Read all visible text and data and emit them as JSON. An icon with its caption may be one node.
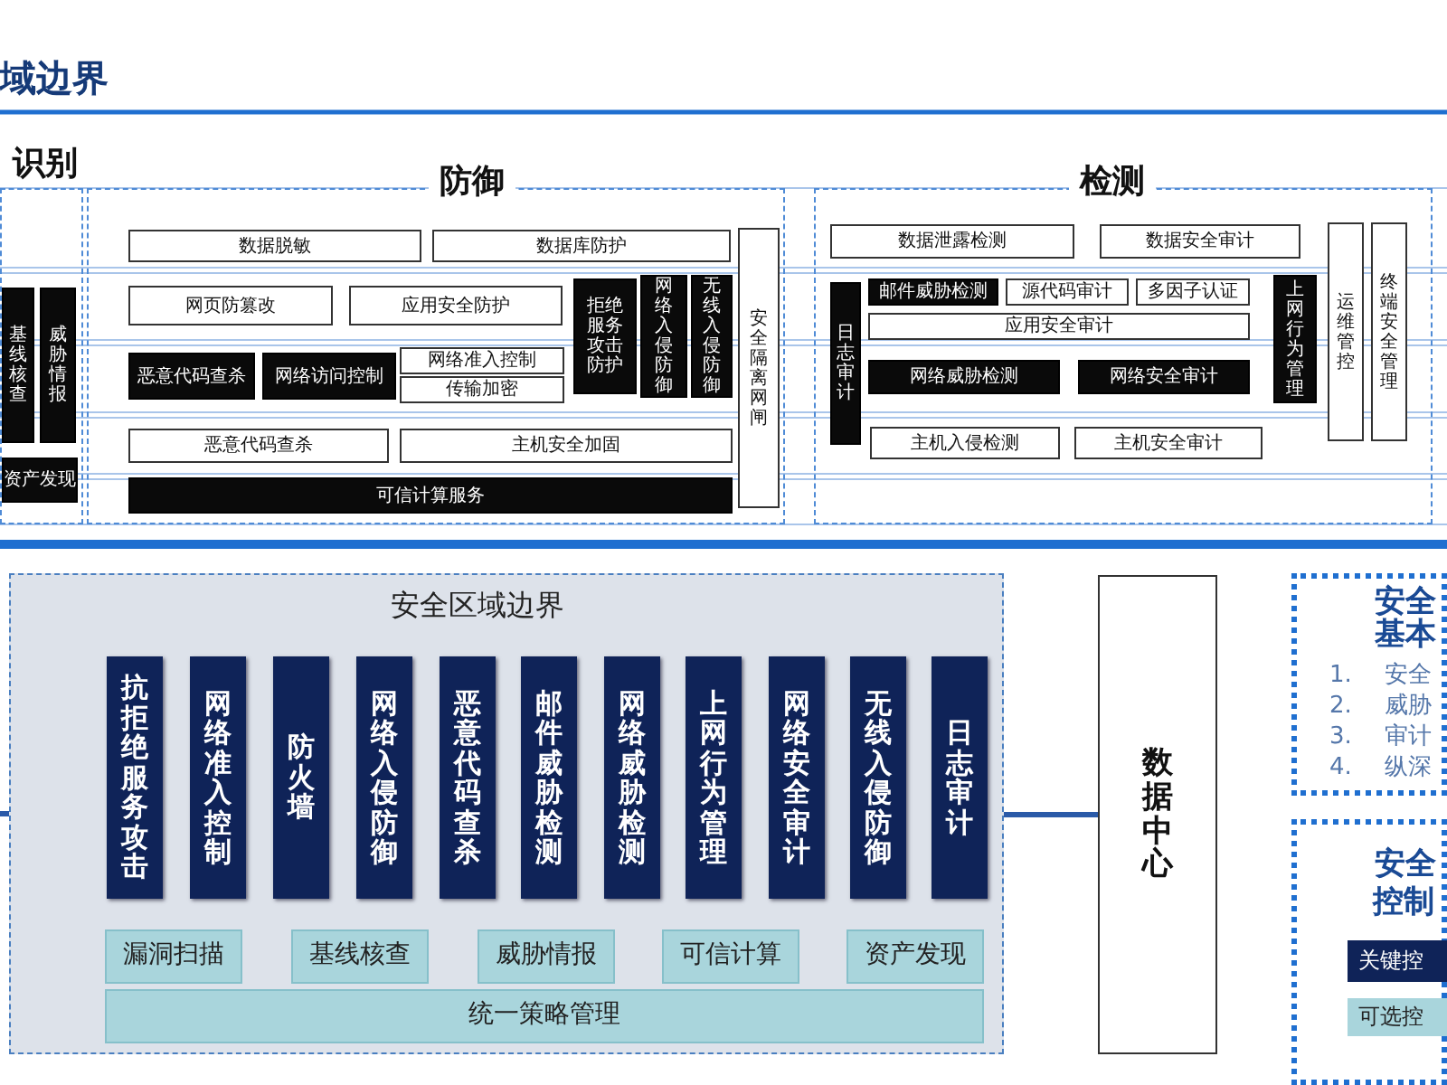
{
  "diagram": {
    "title": "域边界",
    "nodes": [
      {
        "text": [
          "识别"
        ]
      },
      {
        "text": [
          "基线核查"
        ],
        "in": 0
      },
      {
        "text": [
          "威胁情报"
        ],
        "in": 0
      },
      {
        "text": [
          "资产发现"
        ],
        "in": 0
      },
      {
        "text": [
          "防御"
        ]
      },
      {
        "text": [
          "数据脱敏"
        ],
        "in": 4
      },
      {
        "text": [
          "数据库防护"
        ],
        "in": 4
      },
      {
        "text": [
          "网页防篡改"
        ],
        "in": 4
      },
      {
        "text": [
          "应用安全防护"
        ],
        "in": 4
      },
      {
        "text": [
          "拒绝服务攻击防护"
        ],
        "in": 4
      },
      {
        "text": [
          "网络入侵防御"
        ],
        "in": 4
      },
      {
        "text": [
          "无线入侵防御"
        ],
        "in": 4
      },
      {
        "text": [
          "安全隔离网闸"
        ],
        "in": 4
      },
      {
        "text": [
          "恶意代码查杀"
        ],
        "in": 4
      },
      {
        "text": [
          "网络访问控制"
        ],
        "in": 4
      },
      {
        "text": [
          "网络准入控制"
        ],
        "in": 4
      },
      {
        "text": [
          "传输加密"
        ],
        "in": 4
      },
      {
        "text": [
          "恶意代码查杀"
        ],
        "in": 4
      },
      {
        "text": [
          "主机安全加固"
        ],
        "in": 4
      },
      {
        "text": [
          "可信计算服务"
        ],
        "in": 4
      },
      {
        "text": [
          "检测"
        ]
      },
      {
        "text": [
          "数据泄露检测"
        ],
        "in": 20
      },
      {
        "text": [
          "数据安全审计"
        ],
        "in": 20
      },
      {
        "text": [
          "运维管控"
        ],
        "in": 20
      },
      {
        "text": [
          "终端安全管理"
        ],
        "in": 20
      },
      {
        "text": [
          "日志审计"
        ],
        "in": 20
      },
      {
        "text": [
          "邮件威胁检测"
        ],
        "in": 20
      },
      {
        "text": [
          "源代码审计"
        ],
        "in": 20
      },
      {
        "text": [
          "多因子认证"
        ],
        "in": 20
      },
      {
        "text": [
          "应用安全审计"
        ],
        "in": 20
      },
      {
        "text": [
          "上网行为管理"
        ],
        "in": 20
      },
      {
        "text": [
          "网络威胁检测"
        ],
        "in": 20
      },
      {
        "text": [
          "网络安全审计"
        ],
        "in": 20
      },
      {
        "text": [
          "主机入侵检测"
        ],
        "in": 20
      },
      {
        "text": [
          "主机安全审计"
        ],
        "in": 20
      },
      {
        "text": [
          "安全区域边界"
        ]
      },
      {
        "text": [
          "抗拒绝服务攻击"
        ],
        "in": 35
      },
      {
        "text": [
          "网络准入控制"
        ],
        "in": 35
      },
      {
        "text": [
          "防火墙"
        ],
        "in": 35
      },
      {
        "text": [
          "网络入侵防御"
        ],
        "in": 35
      },
      {
        "text": [
          "恶意代码查杀"
        ],
        "in": 35
      },
      {
        "text": [
          "邮件威胁检测"
        ],
        "in": 35
      },
      {
        "text": [
          "网络威胁检测"
        ],
        "in": 35
      },
      {
        "text": [
          "上网行为管理"
        ],
        "in": 35
      },
      {
        "text": [
          "网络安全审计"
        ],
        "in": 35
      },
      {
        "text": [
          "无线入侵防御"
        ],
        "in": 35
      },
      {
        "text": [
          "日志审计"
        ],
        "in": 35
      },
      {
        "text": [
          "漏洞扫描"
        ],
        "in": 35
      },
      {
        "text": [
          "基线核查"
        ],
        "in": 35
      },
      {
        "text": [
          "威胁情报"
        ],
        "in": 35
      },
      {
        "text": [
          "可信计算"
        ],
        "in": 35
      },
      {
        "text": [
          "资产发现"
        ],
        "in": 35
      },
      {
        "text": [
          "统一策略管理"
        ],
        "in": 35
      },
      {
        "text": [
          "数据中心"
        ]
      },
      {
        "text": [
          "安全",
          "基本",
          "1. 安全",
          "2. 威胁",
          "3. 审计",
          "4. 纵深"
        ]
      },
      {
        "text": [
          "安全",
          "控制"
        ]
      },
      {
        "text": [
          "关键控"
        ],
        "in": 55
      },
      {
        "text": [
          "可选控"
        ],
        "in": 55
      }
    ],
    "edges": [
      {
        "from": null,
        "to": 35,
        "arrow": "none"
      },
      {
        "from": 35,
        "to": 53,
        "arrow": "none"
      }
    ]
  }
}
